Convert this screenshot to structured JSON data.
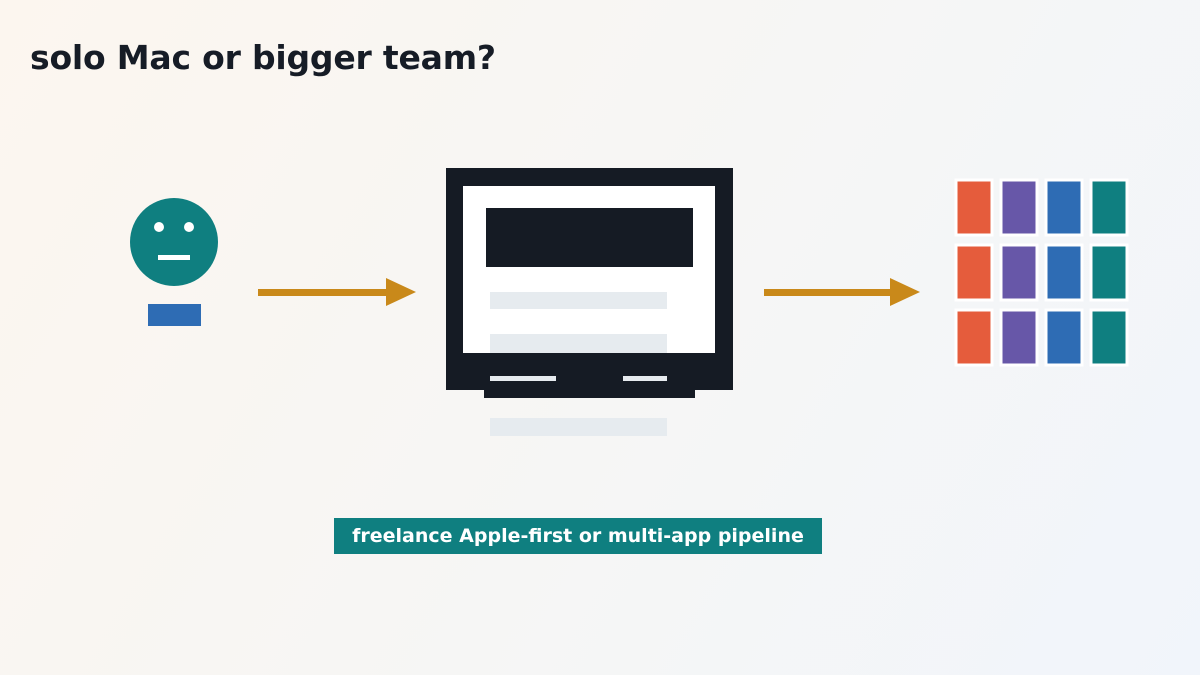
{
  "title": "solo Mac or bigger team?",
  "caption": "freelance Apple-first or multi-app pipeline",
  "colors": {
    "teal": "#0f7f80",
    "blue": "#2e6cb4",
    "purple": "#6757a8",
    "orange": "#e55c3c",
    "arrow": "#c9891a",
    "dark": "#151b24",
    "light_bar": "#e6ebef"
  },
  "icons": {
    "person": "neutral-face-person-icon",
    "device": "laptop-screen-icon",
    "grid": "app-grid-icon"
  },
  "grid": {
    "rows": 3,
    "column_colors": [
      "#e55c3c",
      "#6757a8",
      "#2e6cb4",
      "#0f7f80"
    ]
  }
}
